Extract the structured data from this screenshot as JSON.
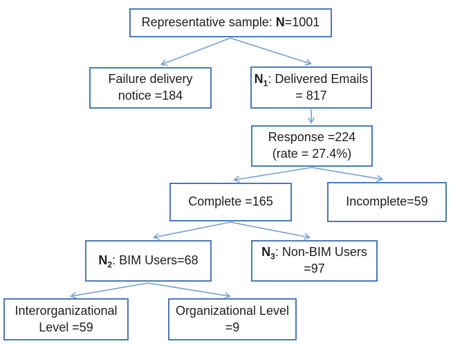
{
  "diagram": {
    "type": "flowchart",
    "colors": {
      "box_border": "#4a79b5",
      "arrow": "#739dd2",
      "text": "#1d1d1d",
      "background": "#ffffff"
    },
    "nodes": {
      "sample": {
        "pre": "Representative sample: ",
        "n": "N",
        "post": "=1001"
      },
      "failure": {
        "line1": "Failure delivery",
        "line2": "notice =184"
      },
      "n1": {
        "n": "N",
        "sub": "1",
        "post": ": Delivered Emails",
        "line2": "= 817"
      },
      "response": {
        "line1": "Response =224",
        "line2": "(rate = 27.4%)"
      },
      "complete": {
        "line1": "Complete =165"
      },
      "incomplete": {
        "line1": "Incomplete=59"
      },
      "n2": {
        "n": "N",
        "sub": "2",
        "post": ": BIM Users=68"
      },
      "n3": {
        "n": "N",
        "sub": "3",
        "post": ": Non-BIM Users",
        "line2": "=97"
      },
      "inter": {
        "line1": "Interorganizational",
        "line2": "Level =59"
      },
      "org": {
        "line1": "Organizational Level",
        "line2": "=9"
      }
    },
    "edges": [
      {
        "from": "sample",
        "to": "failure"
      },
      {
        "from": "sample",
        "to": "n1"
      },
      {
        "from": "n1",
        "to": "response"
      },
      {
        "from": "response",
        "to": "complete"
      },
      {
        "from": "response",
        "to": "incomplete"
      },
      {
        "from": "complete",
        "to": "n2"
      },
      {
        "from": "complete",
        "to": "n3"
      },
      {
        "from": "n2",
        "to": "inter"
      },
      {
        "from": "n2",
        "to": "org"
      }
    ]
  }
}
